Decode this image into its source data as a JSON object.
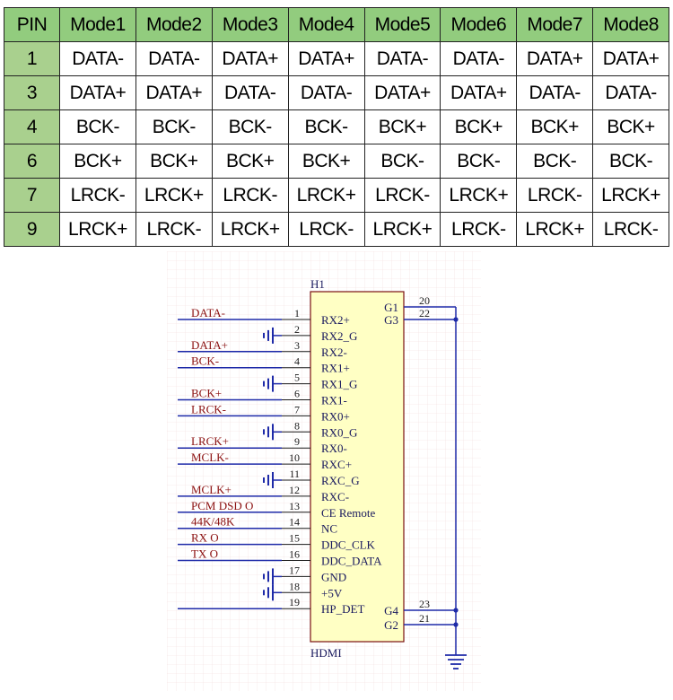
{
  "table": {
    "headers": [
      "PIN",
      "Mode1",
      "Mode2",
      "Mode3",
      "Mode4",
      "Mode5",
      "Mode6",
      "Mode7",
      "Mode8"
    ],
    "rows": [
      [
        "1",
        "DATA-",
        "DATA-",
        "DATA+",
        "DATA+",
        "DATA-",
        "DATA-",
        "DATA+",
        "DATA+"
      ],
      [
        "3",
        "DATA+",
        "DATA+",
        "DATA-",
        "DATA-",
        "DATA+",
        "DATA+",
        "DATA-",
        "DATA-"
      ],
      [
        "4",
        "BCK-",
        "BCK-",
        "BCK-",
        "BCK-",
        "BCK+",
        "BCK+",
        "BCK+",
        "BCK+"
      ],
      [
        "6",
        "BCK+",
        "BCK+",
        "BCK+",
        "BCK+",
        "BCK-",
        "BCK-",
        "BCK-",
        "BCK-"
      ],
      [
        "7",
        "LRCK-",
        "LRCK+",
        "LRCK-",
        "LRCK+",
        "LRCK-",
        "LRCK+",
        "LRCK-",
        "LRCK+"
      ],
      [
        "9",
        "LRCK+",
        "LRCK-",
        "LRCK+",
        "LRCK-",
        "LRCK+",
        "LRCK-",
        "LRCK+",
        "LRCK-"
      ]
    ]
  },
  "schematic": {
    "designator": "H1",
    "part_name": "HDMI",
    "left_pins": [
      {
        "num": "1",
        "name": "RX2+",
        "net": "DATA-",
        "ground": false
      },
      {
        "num": "2",
        "name": "RX2_G",
        "net": "",
        "ground": true
      },
      {
        "num": "3",
        "name": "RX2-",
        "net": "DATA+",
        "ground": false
      },
      {
        "num": "4",
        "name": "RX1+",
        "net": "BCK-",
        "ground": false
      },
      {
        "num": "5",
        "name": "RX1_G",
        "net": "",
        "ground": true
      },
      {
        "num": "6",
        "name": "RX1-",
        "net": "BCK+",
        "ground": false
      },
      {
        "num": "7",
        "name": "RX0+",
        "net": "LRCK-",
        "ground": false
      },
      {
        "num": "8",
        "name": "RX0_G",
        "net": "",
        "ground": true
      },
      {
        "num": "9",
        "name": "RX0-",
        "net": "LRCK+",
        "ground": false
      },
      {
        "num": "10",
        "name": "RXC+",
        "net": "MCLK-",
        "ground": false
      },
      {
        "num": "11",
        "name": "RXC_G",
        "net": "",
        "ground": true
      },
      {
        "num": "12",
        "name": "RXC-",
        "net": "MCLK+",
        "ground": false
      },
      {
        "num": "13",
        "name": "CE Remote",
        "net": "PCM DSD O",
        "ground": false
      },
      {
        "num": "14",
        "name": "NC",
        "net": "44K/48K",
        "ground": false
      },
      {
        "num": "15",
        "name": "DDC_CLK",
        "net": "RX O",
        "ground": false
      },
      {
        "num": "16",
        "name": "DDC_DATA",
        "net": "TX O",
        "ground": false
      },
      {
        "num": "17",
        "name": "GND",
        "net": "",
        "ground": true
      },
      {
        "num": "18",
        "name": "+5V",
        "net": "",
        "ground": true
      },
      {
        "num": "19",
        "name": "HP_DET",
        "net": "",
        "ground": false
      }
    ],
    "right_pins": [
      {
        "num": "20",
        "name": "G1"
      },
      {
        "num": "22",
        "name": "G3"
      },
      {
        "num": "23",
        "name": "G4"
      },
      {
        "num": "21",
        "name": "G2"
      }
    ]
  }
}
